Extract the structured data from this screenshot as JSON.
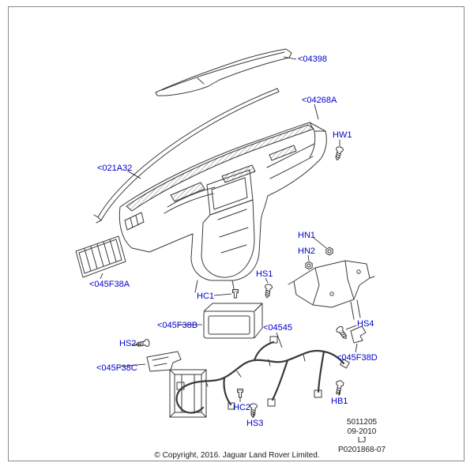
{
  "colors": {
    "label_blue": "#0000cc",
    "line": "#3a3a3a"
  },
  "labels": {
    "l04398": "<04398",
    "l04268A": "<04268A",
    "hw1": "HW1",
    "l021A32": "<021A32",
    "hn1": "HN1",
    "hn2": "HN2",
    "hs1": "HS1",
    "hc1": "HC1",
    "l045F38A": "<045F38A",
    "l045F38B": "<045F38B",
    "hs2": "HS2",
    "l045F38C": "<045F38C",
    "l04545": "<04545",
    "hs4": "HS4",
    "l045F38D": "<045F38D",
    "hb1": "HB1",
    "hc2": "HC2",
    "hs3": "HS3"
  },
  "info_block": {
    "part_number": "5011205",
    "date": "09-2010",
    "code": "LJ",
    "drawing_number": "P0201868-07"
  },
  "copyright": "© Copyright, 2016. Jaguar Land Rover Limited."
}
